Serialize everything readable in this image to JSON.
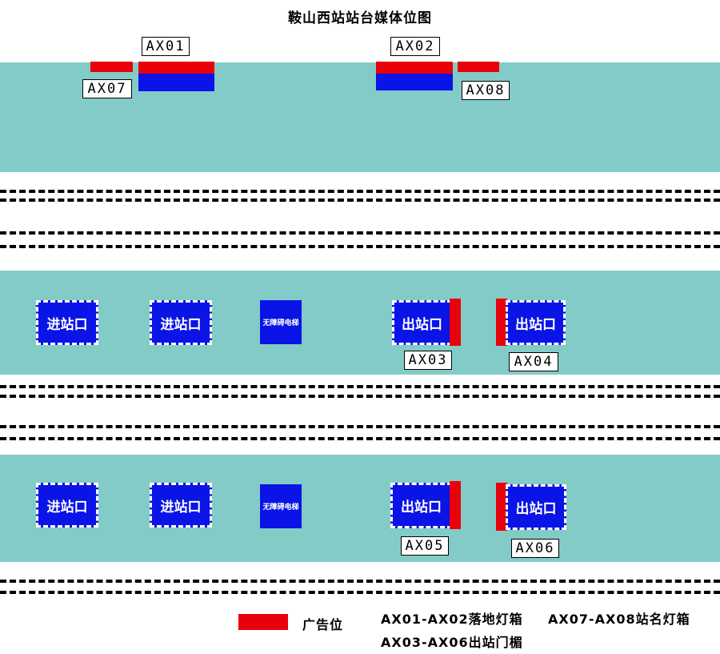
{
  "title": "鞍山西站站台媒体位图",
  "labels": {
    "ax01": "AX01",
    "ax02": "AX02",
    "ax03": "AX03",
    "ax04": "AX04",
    "ax05": "AX05",
    "ax06": "AX06",
    "ax07": "AX07",
    "ax08": "AX08"
  },
  "gates": {
    "entry": "进站口",
    "exit": "出站口",
    "elevator": "无障碍电梯"
  },
  "legend": {
    "ad_label": "广告位",
    "line1_a": "AX01-AX02落地灯箱",
    "line1_b": "AX07-AX08站名灯箱",
    "line2": "AX03-AX06出站门楣"
  },
  "colors": {
    "platform": "#83cbc6",
    "ad": "#e8000b",
    "gate": "#0a14e6"
  }
}
